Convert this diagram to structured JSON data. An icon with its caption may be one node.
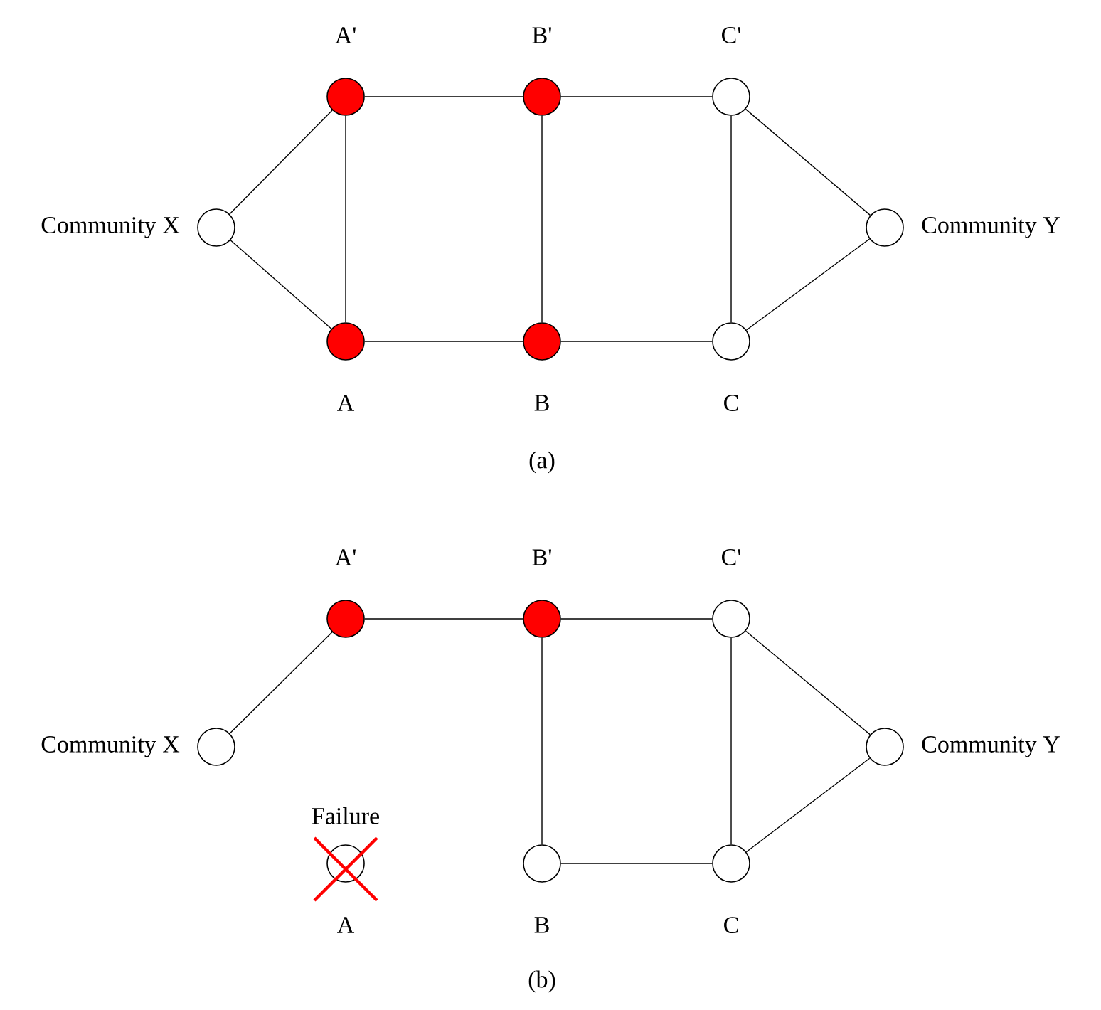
{
  "diagram": {
    "nodes": [
      {
        "text": [
          "Community X"
        ]
      },
      {
        "text": [
          "A'"
        ]
      },
      {
        "text": [
          "B'"
        ]
      },
      {
        "text": [
          "C'"
        ]
      },
      {
        "text": [
          "Community Y"
        ]
      },
      {
        "text": [
          "A"
        ]
      },
      {
        "text": [
          "B"
        ]
      },
      {
        "text": [
          "C"
        ]
      },
      {
        "text": [
          "Community X"
        ]
      },
      {
        "text": [
          "A'"
        ]
      },
      {
        "text": [
          "B'"
        ]
      },
      {
        "text": [
          "C'"
        ]
      },
      {
        "text": [
          "Community Y"
        ]
      },
      {
        "text": [
          "A"
        ],
        "beside": [
          "Failure"
        ]
      },
      {
        "text": [
          "B"
        ]
      },
      {
        "text": [
          "C"
        ]
      }
    ],
    "edges": [
      {
        "from": 0,
        "to": 1,
        "arrow": "none"
      },
      {
        "from": 0,
        "to": 5,
        "arrow": "none"
      },
      {
        "from": 1,
        "to": 5,
        "arrow": "none"
      },
      {
        "from": 1,
        "to": 2,
        "arrow": "none"
      },
      {
        "from": 2,
        "to": 6,
        "arrow": "none"
      },
      {
        "from": 5,
        "to": 6,
        "arrow": "none"
      },
      {
        "from": 2,
        "to": 3,
        "arrow": "none"
      },
      {
        "from": 6,
        "to": 7,
        "arrow": "none"
      },
      {
        "from": 3,
        "to": 7,
        "arrow": "none"
      },
      {
        "from": 3,
        "to": 4,
        "arrow": "none"
      },
      {
        "from": 7,
        "to": 4,
        "arrow": "none"
      },
      {
        "from": 8,
        "to": 9,
        "arrow": "none"
      },
      {
        "from": 9,
        "to": 10,
        "arrow": "none"
      },
      {
        "from": 10,
        "to": 14,
        "arrow": "none"
      },
      {
        "from": 10,
        "to": 11,
        "arrow": "none"
      },
      {
        "from": 14,
        "to": 15,
        "arrow": "none"
      },
      {
        "from": 11,
        "to": 15,
        "arrow": "none"
      },
      {
        "from": 11,
        "to": 12,
        "arrow": "none"
      },
      {
        "from": 15,
        "to": 12,
        "arrow": "none"
      }
    ],
    "labels": [
      "(a)",
      "(b)"
    ]
  }
}
